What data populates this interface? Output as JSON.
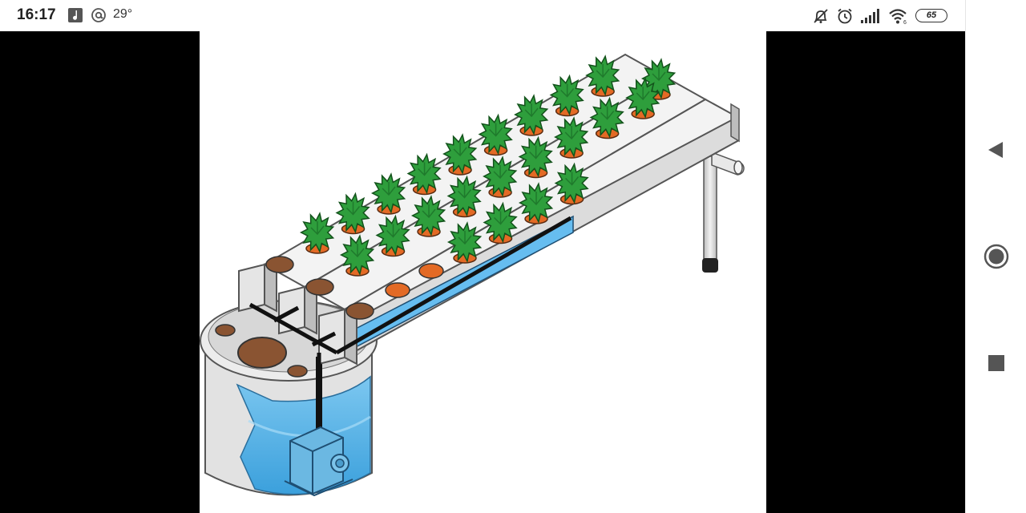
{
  "status_bar": {
    "time": "16:17",
    "temperature": "29°",
    "battery_level": "65",
    "left_icons": [
      "music-notification-icon",
      "at-sign-icon"
    ],
    "right_icons": [
      "notifications-muted-icon",
      "alarm-icon",
      "cellular-signal-icon",
      "wifi-icon",
      "battery-icon"
    ]
  },
  "viewer": {
    "background": "#000000",
    "image_icon_subject": "hydroponics-nft-system-illustration"
  },
  "navigation_bar": {
    "buttons": [
      "back-button",
      "home-button",
      "recents-button"
    ],
    "color": "#555555"
  },
  "colors": {
    "water": "#5ab4e8",
    "leaf": "#2e9e3c",
    "pot": "#e36a25",
    "pipe": "#e6e6e6"
  }
}
